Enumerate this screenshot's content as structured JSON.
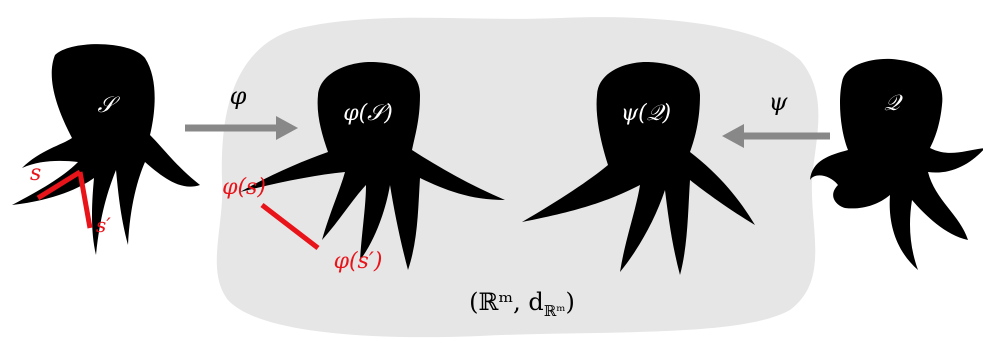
{
  "shapes": {
    "source": {
      "label": "𝒮",
      "color": "#000000",
      "label_color": "#ffffff"
    },
    "image_source": {
      "label": "φ(𝒮)",
      "color": "#000000",
      "label_color": "#ffffff"
    },
    "image_query": {
      "label": "ψ(𝒬)",
      "color": "#000000",
      "label_color": "#ffffff"
    },
    "query": {
      "label": "𝒬",
      "color": "#000000",
      "label_color": "#ffffff"
    }
  },
  "maps": {
    "phi": {
      "label": "φ",
      "color": "#888888"
    },
    "psi": {
      "label": "ψ",
      "color": "#888888"
    }
  },
  "points": {
    "s": "s",
    "s_prime": "s′",
    "phi_s": "φ(s)",
    "phi_s_prime": "φ(s′)",
    "color": "#e8141a"
  },
  "space": {
    "label": "(ℝᵐ, d",
    "label_sub": "ℝᵐ",
    "label_close": ")",
    "fill": "#e6e6e6"
  }
}
